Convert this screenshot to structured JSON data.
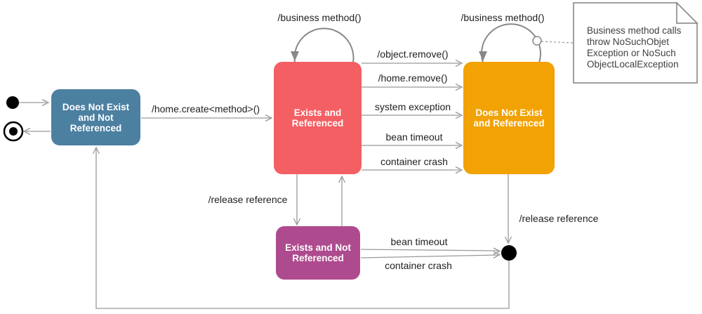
{
  "states": {
    "dne_not_ref": {
      "label": "Does Not Exist and Not Referenced",
      "lines": [
        "Does Not Exist",
        "and Not",
        "Referenced"
      ],
      "color": "#4C80A1"
    },
    "exists_ref": {
      "label": "Exists and Referenced",
      "lines": [
        "Exists and",
        "Referenced"
      ],
      "color": "#F45F63"
    },
    "dne_ref": {
      "label": "Does Not Exist and Referenced",
      "lines": [
        "Does Not Exist",
        "and Referenced"
      ],
      "color": "#F2A202"
    },
    "exists_not_ref": {
      "label": "Exists and Not Referenced",
      "lines": [
        "Exists and Not",
        "Referenced"
      ],
      "color": "#AE4B8E"
    }
  },
  "transitions": {
    "home_create": "/home.create<method>()",
    "business_method": "/business method()",
    "object_remove": "/object.remove()",
    "home_remove": "/home.remove()",
    "system_exception": "system exception",
    "bean_timeout": "bean timeout",
    "container_crash": "container crash",
    "release_reference": "/release reference"
  },
  "note": {
    "text": "Business method calls throw NoSuchObjet Exception or NoSuch ObjectLocalException",
    "lines": [
      "Business method calls",
      "throw NoSuchObjet",
      "Exception or NoSuch",
      "ObjectLocalException"
    ]
  },
  "colors": {
    "connector": "#999999",
    "self_loop": "#888888",
    "note_border": "#808080",
    "label_text": "#212121"
  }
}
